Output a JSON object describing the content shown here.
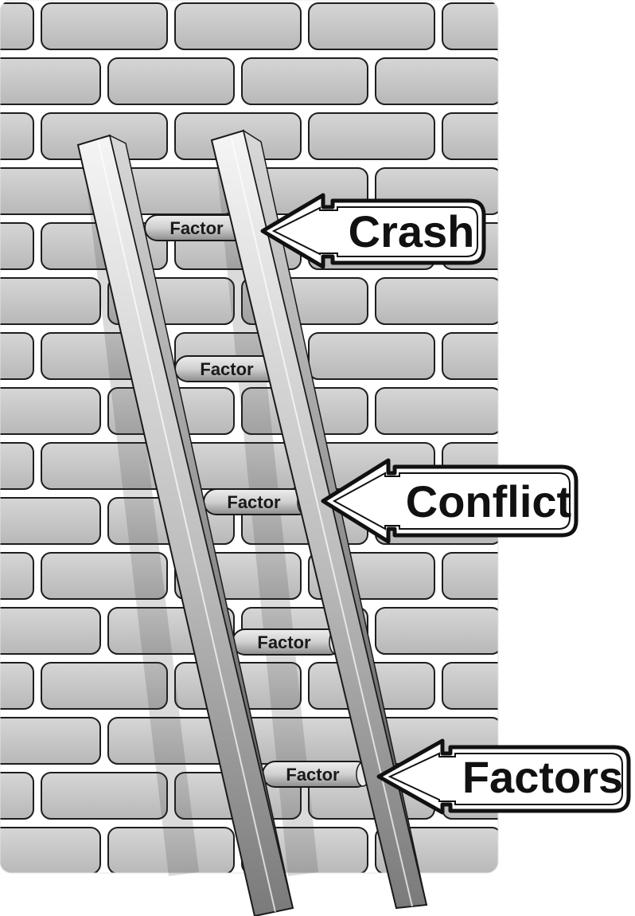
{
  "rungs": [
    {
      "label": "Factor"
    },
    {
      "label": "Factor"
    },
    {
      "label": "Factor"
    },
    {
      "label": "Factor"
    },
    {
      "label": "Factor"
    }
  ],
  "callouts": [
    {
      "label": "Crash"
    },
    {
      "label": "Conflict"
    },
    {
      "label": "Factors"
    }
  ],
  "colors": {
    "wall_mortar": "#ffffff",
    "brick_fill": "#c4c4c4",
    "brick_outline": "#1e1e1e",
    "ladder_light": "#f2f2f2",
    "ladder_dark": "#6e6e6e",
    "callout_fill": "#ffffff",
    "callout_outline": "#111111"
  }
}
